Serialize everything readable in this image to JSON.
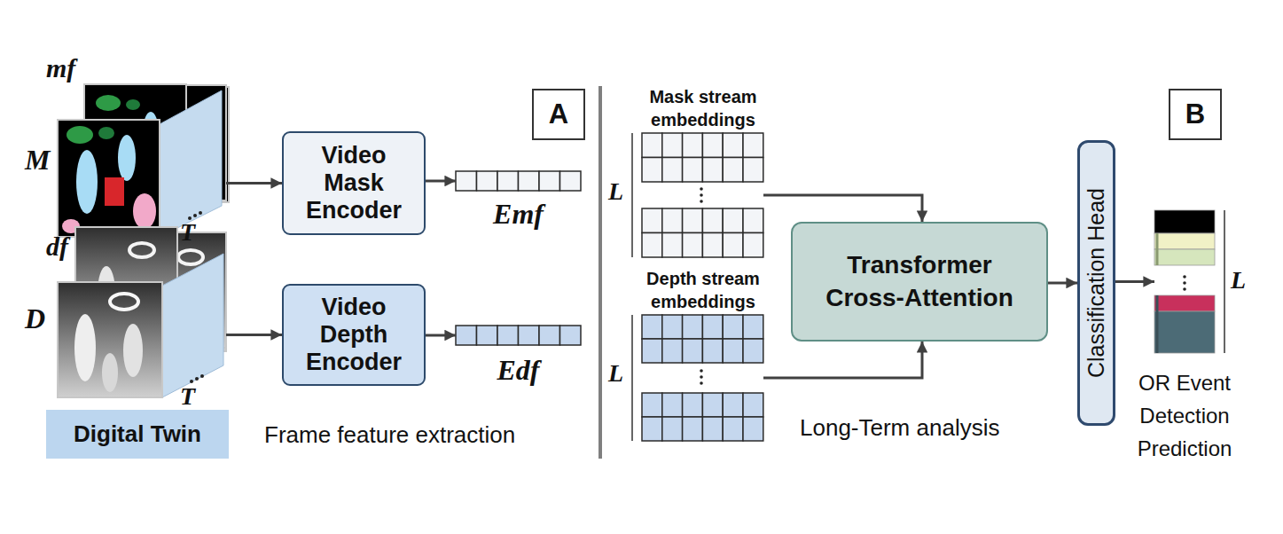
{
  "diagram": {
    "nodes": [
      {
        "text": [
          "mf",
          "M",
          "T"
        ]
      },
      {
        "text": [
          "df",
          "D",
          "T"
        ]
      },
      {
        "text": [
          "Digital Twin"
        ]
      },
      {
        "text": [
          "Video Mask Encoder"
        ]
      },
      {
        "text": [
          "Video Depth Encoder"
        ]
      },
      {
        "text": [
          "Emf"
        ]
      },
      {
        "text": [
          "Edf"
        ]
      },
      {
        "text": [
          "A"
        ]
      },
      {
        "text": [
          "Mask stream embeddings"
        ]
      },
      {
        "text": [
          "Depth stream embeddings"
        ]
      },
      {
        "text": [
          "Transformer Cross-Attention"
        ]
      },
      {
        "text": [
          "B"
        ]
      },
      {
        "text": [
          "Classification Head"
        ]
      },
      {
        "text": [
          "OR Event Detection Prediction"
        ]
      }
    ],
    "edges": [
      {
        "from": 0,
        "to": 3,
        "arrow": "to"
      },
      {
        "from": 3,
        "to": 5,
        "arrow": "to"
      },
      {
        "from": 1,
        "to": 4,
        "arrow": "to"
      },
      {
        "from": 4,
        "to": 6,
        "arrow": "to"
      },
      {
        "from": 8,
        "to": 10,
        "arrow": "to"
      },
      {
        "from": 9,
        "to": 10,
        "arrow": "to"
      },
      {
        "from": 10,
        "to": 12,
        "arrow": "to"
      },
      {
        "from": 12,
        "to": 13,
        "arrow": "to"
      }
    ],
    "labels": [
      "L",
      "L",
      "L",
      "Frame feature extraction",
      "Long-Term analysis"
    ]
  }
}
